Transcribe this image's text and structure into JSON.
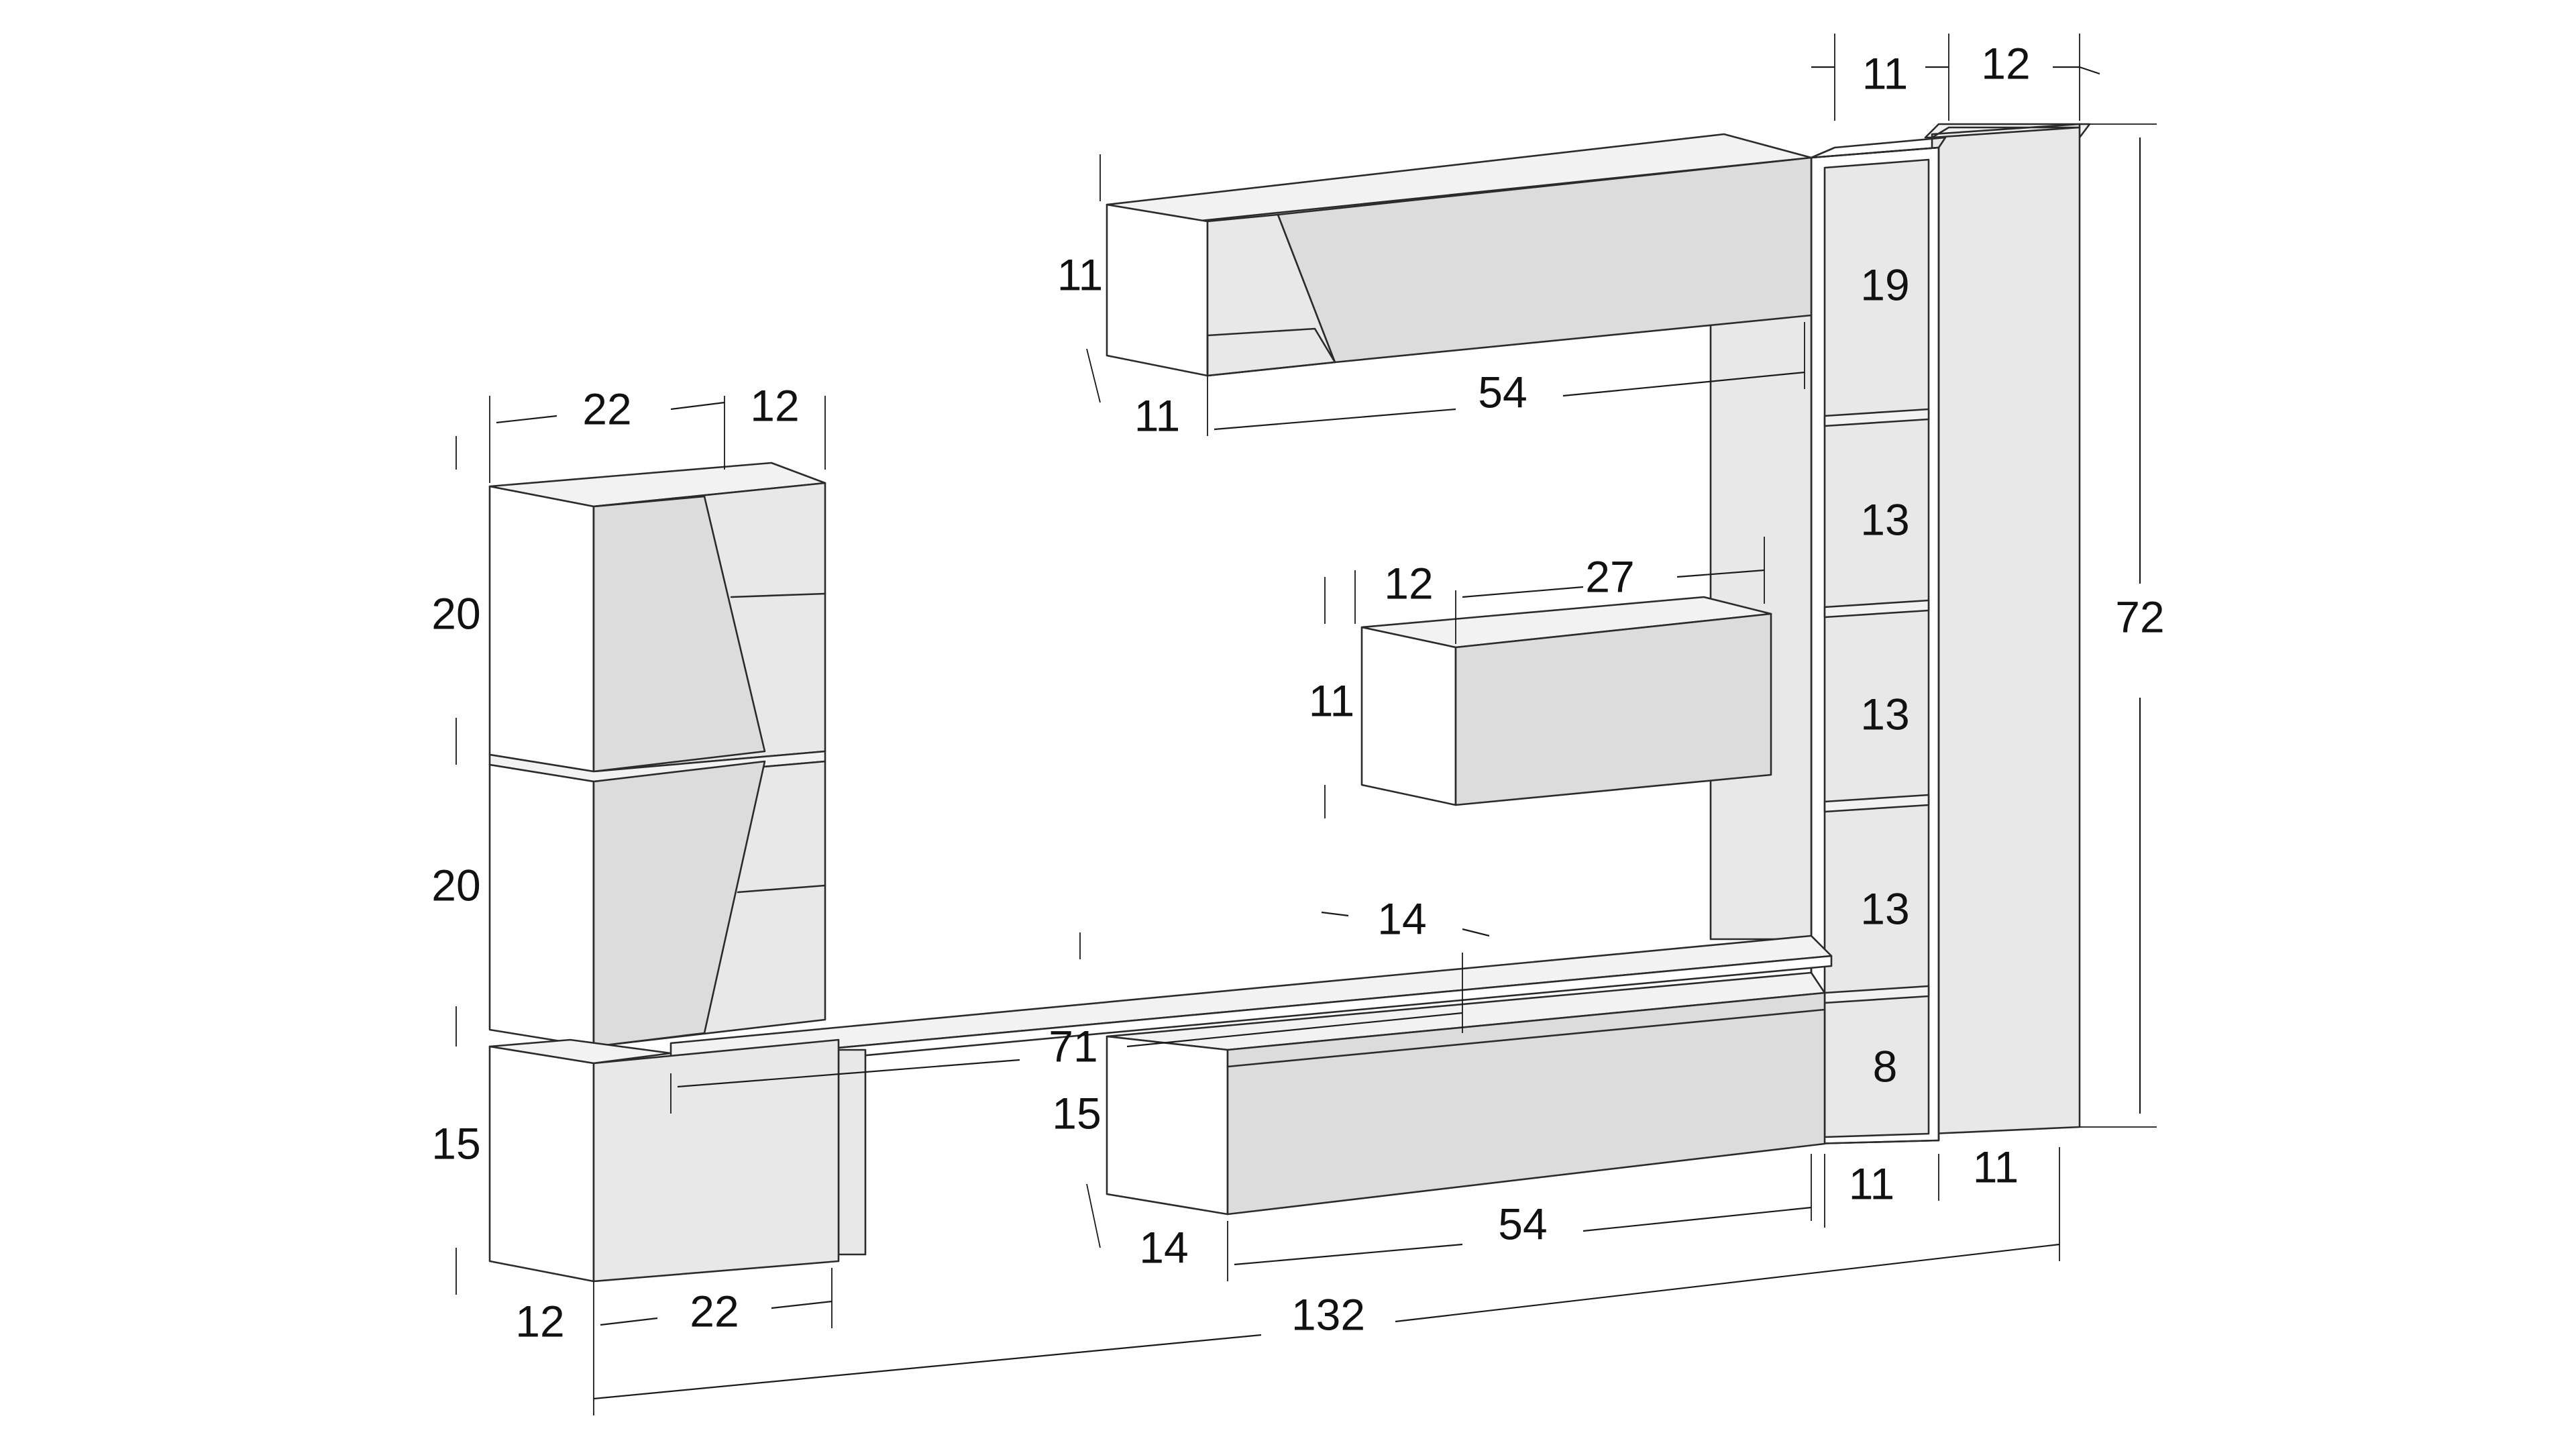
{
  "diagram": {
    "labels": {
      "tall_width_a": "11",
      "tall_width_b": "12",
      "height_total": "72",
      "shelf_top": "19",
      "shelf_mid_1": "13",
      "shelf_mid_2": "13",
      "shelf_mid_3": "13",
      "shelf_bottom": "8",
      "bottom_depth_a": "11",
      "bottom_depth_b": "11",
      "upper_cab_height": "11",
      "upper_cab_depth": "11",
      "upper_cab_width": "54",
      "hang_cab_depth": "12",
      "hang_cab_width": "27",
      "hang_cab_height": "11",
      "left_tower_width": "22",
      "left_tower_depth": "12",
      "left_tower_h1": "20",
      "left_tower_h2": "20",
      "left_base_height": "15",
      "left_base_depth": "12",
      "left_base_width": "22",
      "bench_length": "71",
      "bench_depth": "14",
      "tv_cab_height": "15",
      "tv_cab_depth": "14",
      "tv_cab_width": "54",
      "overall_width": "132"
    }
  }
}
